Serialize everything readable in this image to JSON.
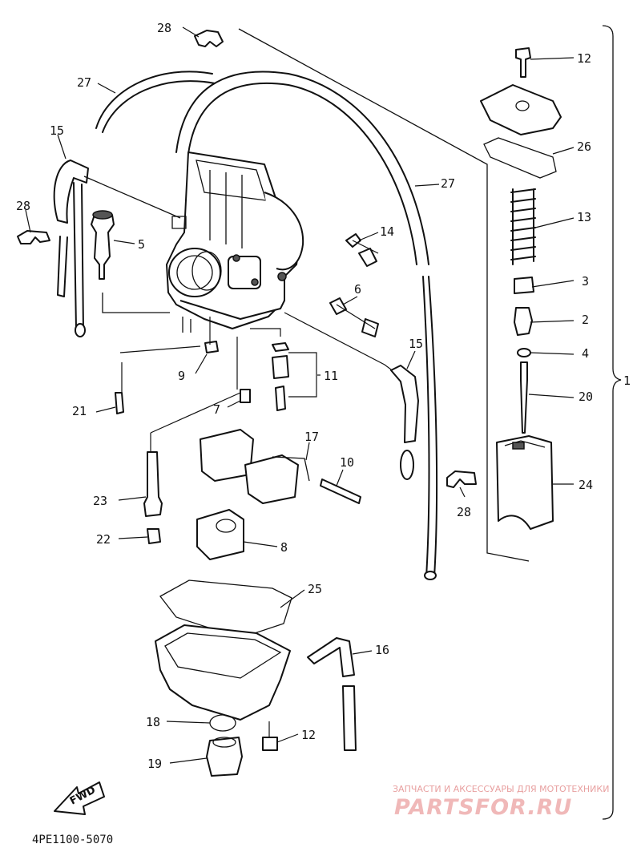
{
  "labels": [
    {
      "id": "28",
      "text": "28"
    },
    {
      "id": "27",
      "text": "27"
    },
    {
      "id": "15",
      "text": "15"
    },
    {
      "id": "28b",
      "text": "28"
    },
    {
      "id": "5",
      "text": "5"
    },
    {
      "id": "14",
      "text": "14"
    },
    {
      "id": "6",
      "text": "6"
    },
    {
      "id": "27b",
      "text": "27"
    },
    {
      "id": "15b",
      "text": "15"
    },
    {
      "id": "12",
      "text": "12"
    },
    {
      "id": "26",
      "text": "26"
    },
    {
      "id": "13",
      "text": "13"
    },
    {
      "id": "3",
      "text": "3"
    },
    {
      "id": "2",
      "text": "2"
    },
    {
      "id": "4",
      "text": "4"
    },
    {
      "id": "20",
      "text": "20"
    },
    {
      "id": "24",
      "text": "24"
    },
    {
      "id": "28c",
      "text": "28"
    },
    {
      "id": "1",
      "text": "1"
    },
    {
      "id": "9",
      "text": "9"
    },
    {
      "id": "11",
      "text": "11"
    },
    {
      "id": "21",
      "text": "21"
    },
    {
      "id": "7",
      "text": "7"
    },
    {
      "id": "17",
      "text": "17"
    },
    {
      "id": "10",
      "text": "10"
    },
    {
      "id": "23",
      "text": "23"
    },
    {
      "id": "22",
      "text": "22"
    },
    {
      "id": "8",
      "text": "8"
    },
    {
      "id": "25",
      "text": "25"
    },
    {
      "id": "16",
      "text": "16"
    },
    {
      "id": "18",
      "text": "18"
    },
    {
      "id": "12b",
      "text": "12"
    },
    {
      "id": "19",
      "text": "19"
    }
  ],
  "fwd_marker": "FWD",
  "diagram_code": "4PE1100-5070",
  "watermark": {
    "line1": "ЗАПЧАСТИ И АКСЕССУАРЫ ДЛЯ МОТОТЕХНИКИ",
    "line2": "PARTSFOR.RU"
  }
}
